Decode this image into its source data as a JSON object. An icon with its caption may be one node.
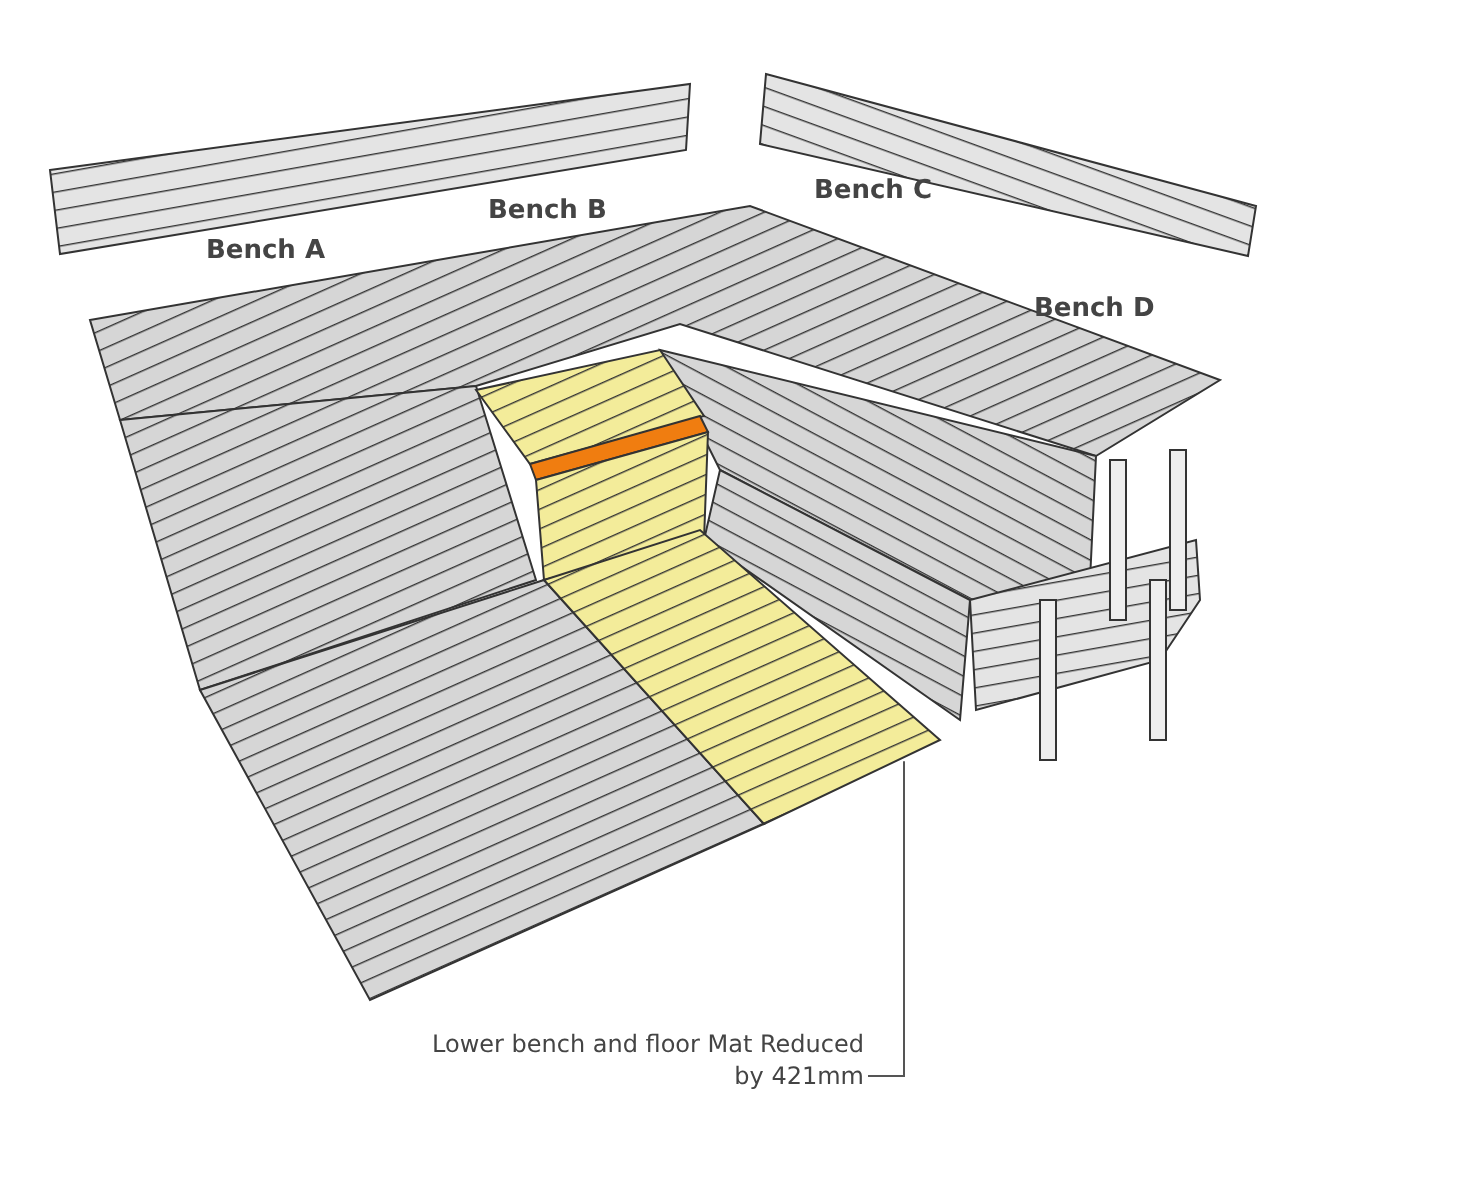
{
  "diagram": {
    "nodes": [
      {
        "text": [
          "Lower bench and floor Mat Reduced by 421mm"
        ]
      },
      {
        "text": [],
        "shape": "box"
      }
    ],
    "edges": [
      {
        "from": 0,
        "to": 1,
        "arrow": "none"
      }
    ],
    "labels": [
      "Bench A",
      "Bench B",
      "Bench C",
      "Bench D"
    ]
  }
}
